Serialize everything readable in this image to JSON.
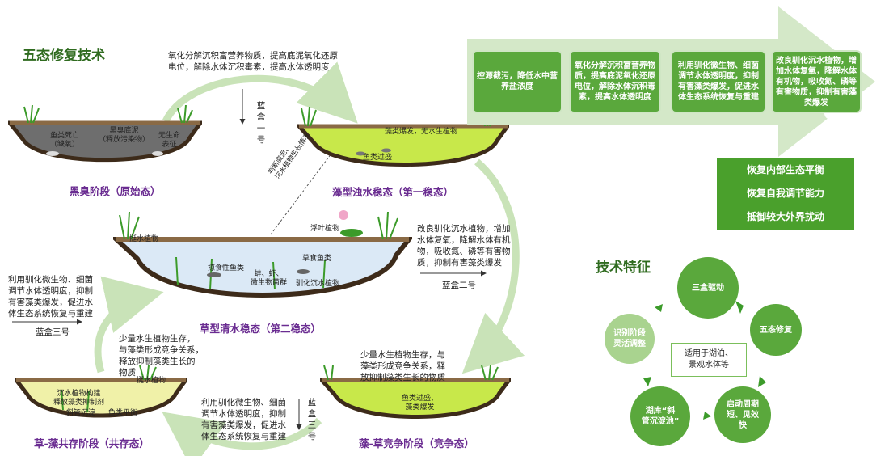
{
  "title": "五态修复技术",
  "stages": {
    "black": "黑臭阶段（原始态）",
    "algae": "藻型浊水稳态（第一稳态）",
    "grass": "草型清水稳态（第二稳态）",
    "coexist": "草-藻共存阶段（共存态）",
    "compete": "藻-草竞争阶段（竞争态）"
  },
  "pond_labels": {
    "black_fish": "鱼类死亡\n（缺氧）",
    "black_mud": "黑臭底泥\n（释放污染物）",
    "black_life": "无生命\n表征",
    "algae_bloom": "藻类爆发，无水生植物",
    "algae_fish": "鱼类过盛",
    "grass_emergent": "挺水植物",
    "grass_floating": "浮叶植物",
    "grass_predator": "掠食性鱼类",
    "grass_herbivore": "草食鱼类",
    "grass_shrimp": "蚌、虾、\n微生物菌群",
    "grass_submerged": "驯化沉水植物",
    "coexist_emergent": "挺水植物",
    "coexist_text": "沉水植物构建\n释放藻类抑制剂",
    "coexist_tube": "斜管沉淀",
    "coexist_fish": "鱼类平衡",
    "compete_text": "鱼类过盛、\n藻类爆发"
  },
  "notes": {
    "top": "氧化分解沉积富营养物质，提高底泥氧化还原\n电位，解除水体沉积毒素，提高水体透明度",
    "diag": "判断底泥、\n沉水植物生长情况",
    "right_mid": "改良驯化沉水植物，增加\n水体复氧，降解水体有机\n物，吸收氮、磷等有害物\n质，抑制有害藻类爆发",
    "left_mid": "利用驯化微生物、细菌\n调节水体透明度，抑制\n有害藻类爆发，促进水\n体生态系统恢复与重建",
    "coexist_note": "少量水生植物生存，\n与藻类形成竞争关系，\n释放抑制藻类生长的\n物质",
    "compete_note": "少量水生植物生存，与\n藻类形成竞争关系，释\n放抑制藻类生长的物质",
    "bottom_mid": "利用驯化微生物、细菌\n调节水体透明度，抑制\n有害藻类爆发，促进水\n体生态系统恢复与重建"
  },
  "box_labels": {
    "box1": "蓝盒一号",
    "box2": "蓝盒二号",
    "box3a": "蓝盒三号",
    "box3b": "蓝盒三号"
  },
  "banner_boxes": [
    "控源截污，降低水中营养盐浓度",
    "氧化分解沉积富营养物质，提高底泥氧化还原电位，解除水体沉积毒素，提高水体透明度",
    "利用驯化微生物、细菌调节水体透明度，抑制有害藻类爆发，促进水体生态系统恢复与重建",
    "改良驯化沉水植物，增加水体复氧，降解水体有机物，吸收氮、磷等有害物质，抑制有害藻类爆发"
  ],
  "benefits": [
    "恢复内部生态平衡",
    "恢复自我调节能力",
    "抵御较大外界扰动"
  ],
  "features": {
    "title": "技术特征",
    "center": "适用于湖泊、\n景观水体等",
    "nodes": [
      "三盒驱动",
      "五态修复",
      "启动周期\n短、见效\n快",
      "湖库“斜\n管沉淀池”",
      "识别阶段\n灵活调整"
    ]
  },
  "colors": {
    "primary_green": "#5aa83c",
    "stage_purple": "#6a2c91",
    "title_green": "#2f6b1f"
  }
}
